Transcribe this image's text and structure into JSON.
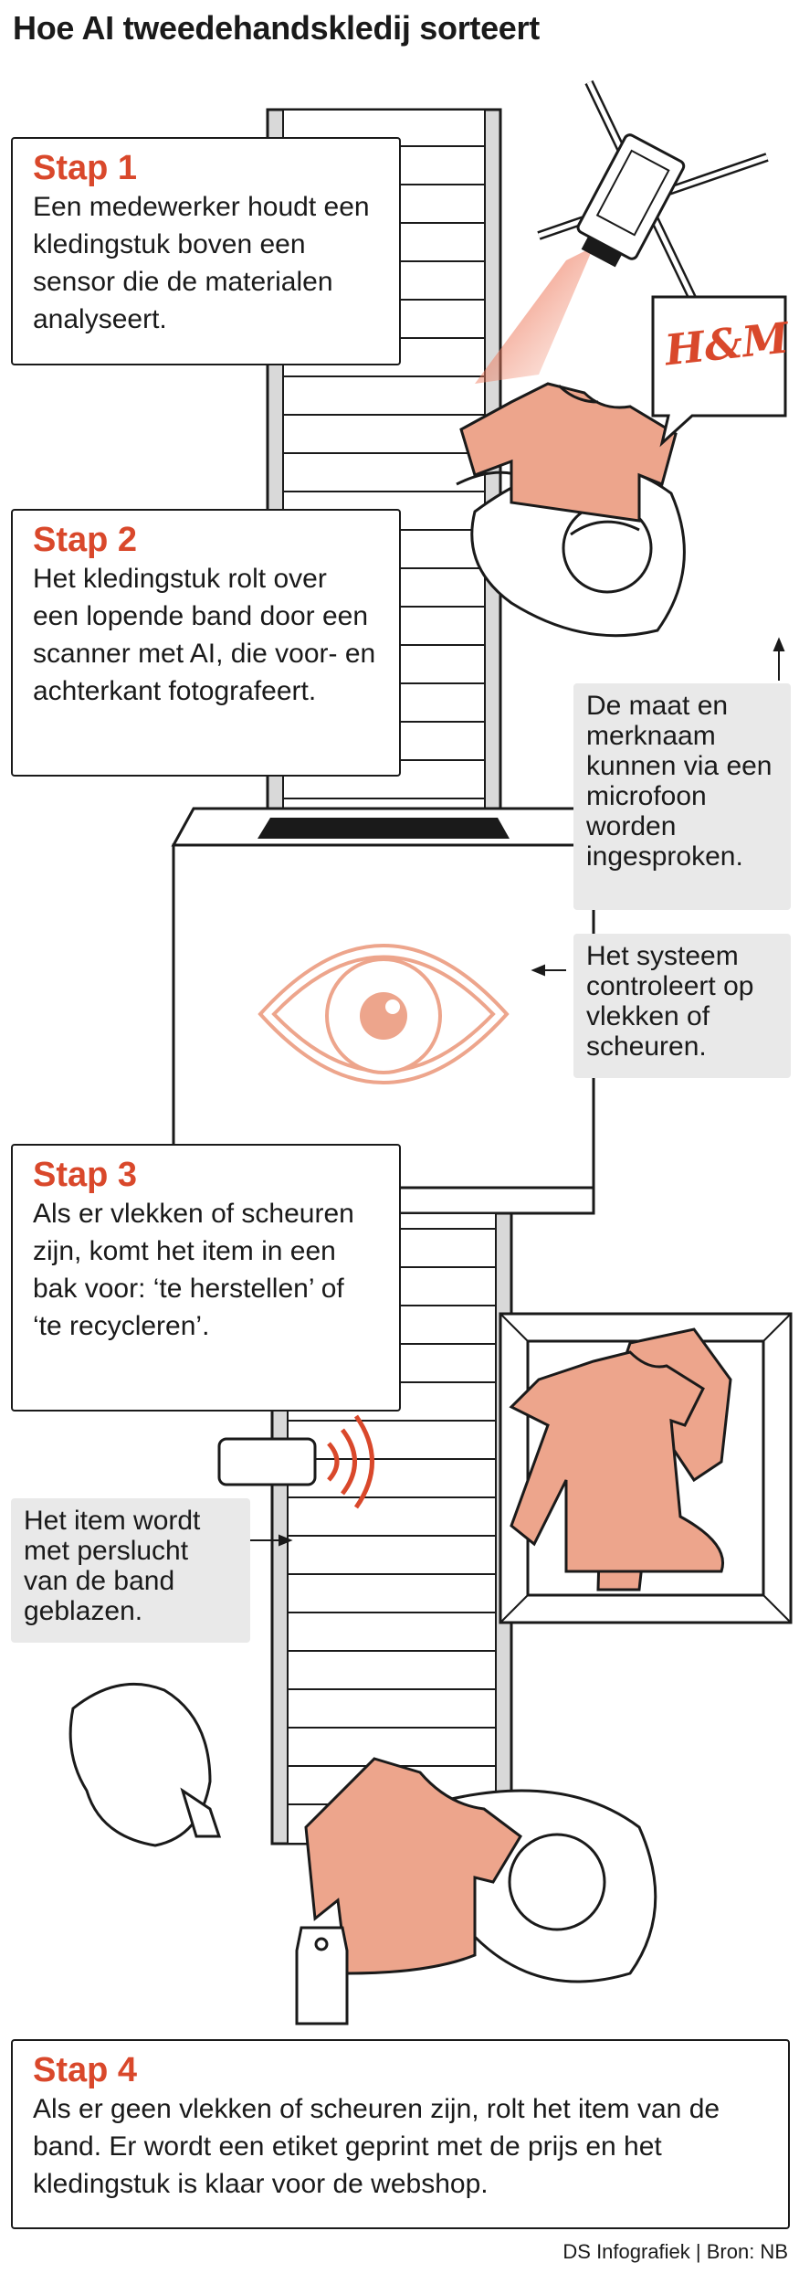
{
  "title": "Hoe AI tweedehandskledij sorteert",
  "steps": [
    {
      "label": "Stap 1",
      "text": "Een medewerker houdt een kledingstuk boven een sensor die de materialen analyseert."
    },
    {
      "label": "Stap 2",
      "text": "Het kledingstuk rolt over een lopende band door een scanner met AI, die voor- en achterkant fotografeert."
    },
    {
      "label": "Stap 3",
      "text": "Als er vlekken of scheuren zijn, komt het item in een bak voor: ‘te herstellen’ of ‘te recycleren’."
    },
    {
      "label": "Stap 4",
      "text": "Als er geen vlekken of scheuren zijn, rolt het item van de band. Er wordt een etiket geprint met de prijs en het kledingstuk is klaar voor de webshop."
    }
  ],
  "notes": {
    "microphone": "De maat en merknaam kunnen via een microfoon worden ingesproken.",
    "system": "Het systeem controleert op vlekken of scheuren.",
    "air": "Het item wordt met perslucht van de band geblazen."
  },
  "brand_tag": "H&M",
  "credit": "DS Infografiek | Bron: NB",
  "colors": {
    "accent": "#d9482b",
    "garment": "#eda58c",
    "note_bg": "#e9e9e9",
    "belt": "#d9d9d9"
  }
}
